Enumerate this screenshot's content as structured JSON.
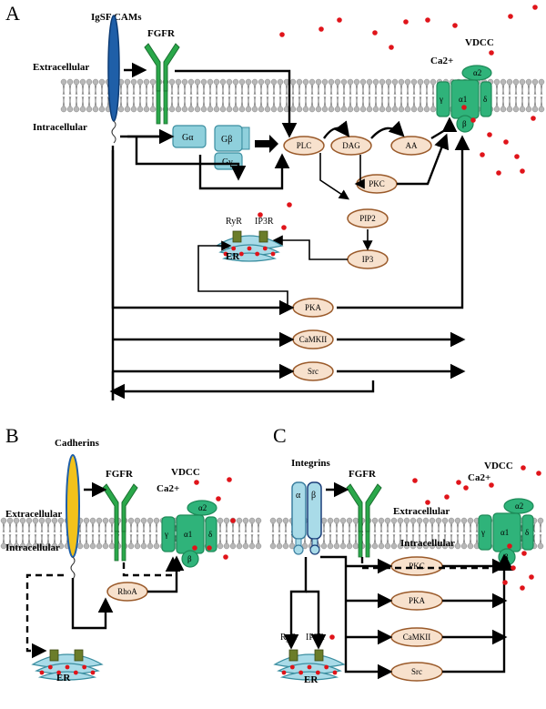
{
  "panels": {
    "A": {
      "letter": "A",
      "labels": {
        "cam": "IgSF CAMs",
        "fgfr": "FGFR",
        "vdcc": "VDCC",
        "ca": "Ca2+",
        "extracellular": "Extracellular",
        "intracellular": "Intracellular",
        "er": "ER",
        "ryr": "RyR",
        "ip3r": "IP3R"
      },
      "g_protein": {
        "alpha": "Gα",
        "beta": "Gβ",
        "gamma": "Gγ"
      },
      "nodes": [
        "PLC",
        "DAG",
        "AA",
        "PKC",
        "PIP2",
        "IP3",
        "PKA",
        "CaMKII",
        "Src"
      ],
      "channel_subunits": {
        "a1": "α1",
        "a2": "α2",
        "gamma": "γ",
        "delta": "δ",
        "beta": "β"
      }
    },
    "B": {
      "letter": "B",
      "labels": {
        "cam": "Cadherins",
        "fgfr": "FGFR",
        "vdcc": "VDCC",
        "ca": "Ca2+",
        "extracellular": "Extracellular",
        "intracellular": "Intracellular",
        "er": "ER"
      },
      "nodes": [
        "RhoA"
      ],
      "channel_subunits": {
        "a1": "α1",
        "a2": "α2",
        "gamma": "γ",
        "delta": "δ",
        "beta": "β"
      }
    },
    "C": {
      "letter": "C",
      "labels": {
        "cam": "Integrins",
        "fgfr": "FGFR",
        "vdcc": "VDCC",
        "ca": "Ca2+",
        "extracellular": "Extracellular",
        "intracellular": "Intracellular",
        "er": "ER",
        "ryr": "RyR",
        "ip3r": "IP3R",
        "alpha": "α",
        "beta": "β"
      },
      "nodes": [
        "PKC",
        "PKA",
        "CaMKII",
        "Src"
      ],
      "channel_subunits": {
        "a1": "α1",
        "a2": "α2",
        "gamma": "γ",
        "delta": "δ",
        "beta": "β"
      }
    }
  },
  "colors": {
    "node_fill": "#f7e1cd",
    "node_stroke": "#9a5a2a",
    "channel": "#2fb37a",
    "channel_dark": "#1d8a58",
    "fgfr": "#2aa84a",
    "cam_blue": "#2f6fb8",
    "cadherin": "#f2c21b",
    "g_protein": "#8fd0dc",
    "er": "#a9dbe8",
    "calcium": "#e0141a"
  },
  "icons": [
    "ion-channel-icon",
    "receptor-icon",
    "membrane-icon",
    "er-icon",
    "calcium-dot-icon"
  ]
}
